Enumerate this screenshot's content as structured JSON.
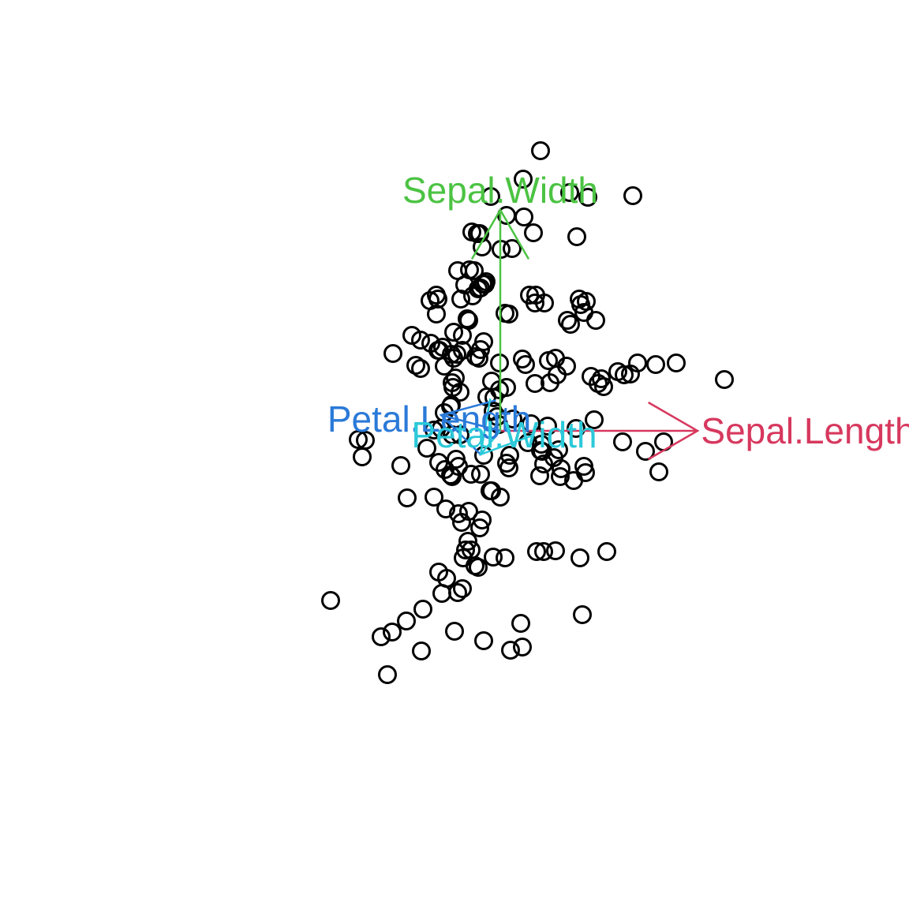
{
  "chart_data": {
    "type": "scatter",
    "title": "",
    "xlabel": "",
    "ylabel": "",
    "axes_visible": false,
    "grid": false,
    "xlim": [
      -3.6,
      3.6
    ],
    "ylim": [
      -3.6,
      3.6
    ],
    "series": [
      {
        "marker": "open-circle",
        "color": "#000000",
        "points": [
          [
            0.51,
            3.55
          ],
          [
            0.29,
            3.19
          ],
          [
            -0.12,
            2.97
          ],
          [
            1.11,
            2.96
          ],
          [
            1.68,
            2.98
          ],
          [
            0.88,
            3.02
          ],
          [
            0.08,
            2.73
          ],
          [
            0.3,
            2.71
          ],
          [
            -0.36,
            2.52
          ],
          [
            -0.26,
            2.5
          ],
          [
            -0.29,
            2.5
          ],
          [
            0.42,
            2.51
          ],
          [
            0.97,
            2.46
          ],
          [
            -0.23,
            2.33
          ],
          [
            0.01,
            2.3
          ],
          [
            0.15,
            2.31
          ],
          [
            -0.54,
            2.03
          ],
          [
            -0.39,
            2.04
          ],
          [
            -0.33,
            2.03
          ],
          [
            -0.18,
            1.89
          ],
          [
            -0.19,
            1.86
          ],
          [
            -0.22,
            1.86
          ],
          [
            -0.25,
            1.81
          ],
          [
            -0.28,
            1.8
          ],
          [
            -0.45,
            1.85
          ],
          [
            0.45,
            1.72
          ],
          [
            0.37,
            1.72
          ],
          [
            0.44,
            1.62
          ],
          [
            0.56,
            1.62
          ],
          [
            -0.35,
            1.71
          ],
          [
            -0.5,
            1.67
          ],
          [
            -0.81,
            1.72
          ],
          [
            -0.79,
            1.67
          ],
          [
            -0.89,
            1.65
          ],
          [
            -0.81,
            1.48
          ],
          [
            0.06,
            1.49
          ],
          [
            0.11,
            1.48
          ],
          [
            -0.4,
            1.4
          ],
          [
            -0.42,
            1.42
          ],
          [
            -0.59,
            1.25
          ],
          [
            -0.48,
            1.21
          ],
          [
            1.02,
            1.6
          ],
          [
            1.0,
            1.67
          ],
          [
            1.09,
            1.64
          ],
          [
            1.06,
            1.5
          ],
          [
            0.89,
            1.35
          ],
          [
            0.85,
            1.4
          ],
          [
            1.21,
            1.4
          ],
          [
            -0.88,
            1.11
          ],
          [
            -1.12,
            1.21
          ],
          [
            -1.01,
            1.15
          ],
          [
            -0.73,
            1.06
          ],
          [
            -0.79,
            1.02
          ],
          [
            -0.77,
            1.02
          ],
          [
            -0.48,
            1.02
          ],
          [
            -0.55,
            0.97
          ],
          [
            -0.59,
            0.92
          ],
          [
            -0.62,
            0.97
          ],
          [
            -0.25,
            1.03
          ],
          [
            -0.21,
            1.13
          ],
          [
            -1.36,
            0.98
          ],
          [
            -1.07,
            0.83
          ],
          [
            -1.01,
            0.79
          ],
          [
            -0.71,
            0.82
          ],
          [
            0.32,
            0.84
          ],
          [
            -0.31,
            0.94
          ],
          [
            -0.27,
            0.92
          ],
          [
            -0.01,
            0.86
          ],
          [
            0.28,
            0.91
          ],
          [
            0.61,
            0.89
          ],
          [
            0.7,
            0.92
          ],
          [
            0.84,
            0.82
          ],
          [
            0.72,
            0.71
          ],
          [
            0.63,
            0.61
          ],
          [
            0.44,
            0.6
          ],
          [
            1.15,
            0.69
          ],
          [
            1.24,
            0.6
          ],
          [
            1.31,
            0.56
          ],
          [
            1.28,
            0.66
          ],
          [
            1.57,
            0.71
          ],
          [
            1.49,
            0.75
          ],
          [
            1.65,
            0.72
          ],
          [
            1.74,
            0.86
          ],
          [
            1.97,
            0.84
          ],
          [
            2.23,
            0.86
          ],
          [
            2.84,
            0.65
          ],
          [
            -0.57,
            0.67
          ],
          [
            -0.61,
            0.61
          ],
          [
            -0.6,
            0.55
          ],
          [
            -0.51,
            0.49
          ],
          [
            -0.11,
            0.63
          ],
          [
            -0.01,
            0.52
          ],
          [
            0.08,
            0.55
          ],
          [
            -0.08,
            0.42
          ],
          [
            -0.17,
            0.43
          ],
          [
            -0.62,
            0.33
          ],
          [
            -0.63,
            0.31
          ],
          [
            -0.71,
            0.23
          ],
          [
            -0.84,
            0.01
          ],
          [
            -0.75,
            0.03
          ],
          [
            -0.51,
            -0.05
          ],
          [
            -0.61,
            -0.05
          ],
          [
            -0.09,
            0.25
          ],
          [
            -0.04,
            0.18
          ],
          [
            -0.02,
            0.08
          ],
          [
            0.16,
            0.15
          ],
          [
            0.39,
            0.09
          ],
          [
            0.6,
            0.06
          ],
          [
            0.96,
            0.03
          ],
          [
            1.19,
            0.14
          ],
          [
            1.55,
            -0.14
          ],
          [
            1.84,
            -0.26
          ],
          [
            2.07,
            -0.14
          ],
          [
            2.01,
            -0.52
          ],
          [
            -1.8,
            -0.11
          ],
          [
            -1.71,
            -0.12
          ],
          [
            -1.75,
            -0.33
          ],
          [
            -1.26,
            -0.44
          ],
          [
            -0.93,
            -0.22
          ],
          [
            -0.78,
            -0.4
          ],
          [
            -0.7,
            -0.49
          ],
          [
            -0.63,
            -0.56
          ],
          [
            -0.61,
            -0.58
          ],
          [
            -0.56,
            -0.36
          ],
          [
            -0.53,
            -0.45
          ],
          [
            -0.37,
            -0.55
          ],
          [
            -0.25,
            -0.55
          ],
          [
            -0.21,
            -0.31
          ],
          [
            -0.11,
            -0.76
          ],
          [
            -0.13,
            -0.76
          ],
          [
            -0.0,
            -0.84
          ],
          [
            0.08,
            -0.41
          ],
          [
            0.11,
            -0.47
          ],
          [
            0.12,
            -0.31
          ],
          [
            0.35,
            -0.15
          ],
          [
            0.52,
            -0.17
          ],
          [
            0.51,
            -0.25
          ],
          [
            0.53,
            -0.26
          ],
          [
            0.68,
            -0.34
          ],
          [
            0.74,
            -0.24
          ],
          [
            0.77,
            -0.48
          ],
          [
            0.76,
            -0.58
          ],
          [
            1.08,
            -0.53
          ],
          [
            1.06,
            -0.45
          ],
          [
            0.93,
            -0.63
          ],
          [
            0.5,
            -0.57
          ],
          [
            0.55,
            -0.42
          ],
          [
            -1.18,
            -0.85
          ],
          [
            -0.84,
            -0.84
          ],
          [
            -0.69,
            -0.99
          ],
          [
            -0.53,
            -1.05
          ],
          [
            -0.49,
            -1.16
          ],
          [
            -0.4,
            -1.02
          ],
          [
            -0.23,
            -1.13
          ],
          [
            -0.41,
            -1.4
          ],
          [
            -0.37,
            -1.51
          ],
          [
            -0.09,
            -1.6
          ],
          [
            0.06,
            -1.61
          ],
          [
            0.46,
            -1.53
          ],
          [
            0.55,
            -1.53
          ],
          [
            0.7,
            -1.52
          ],
          [
            1.01,
            -1.61
          ],
          [
            1.35,
            -1.53
          ],
          [
            -0.28,
            -1.73
          ],
          [
            -0.32,
            -1.71
          ],
          [
            -0.47,
            -1.61
          ],
          [
            -0.44,
            -1.51
          ],
          [
            -0.26,
            -1.23
          ],
          [
            -0.68,
            -1.87
          ],
          [
            -0.48,
            -2.0
          ],
          [
            -0.54,
            -2.05
          ],
          [
            -0.74,
            -2.06
          ],
          [
            -0.78,
            -1.79
          ],
          [
            -0.98,
            -2.26
          ],
          [
            -1.19,
            -2.41
          ],
          [
            -1.37,
            -2.55
          ],
          [
            -1.0,
            -2.79
          ],
          [
            -0.58,
            -2.54
          ],
          [
            -0.21,
            -2.66
          ],
          [
            0.13,
            -2.78
          ],
          [
            0.28,
            -2.74
          ],
          [
            0.26,
            -2.44
          ],
          [
            1.04,
            -2.33
          ],
          [
            -1.51,
            -2.61
          ],
          [
            -2.15,
            -2.15
          ],
          [
            -1.43,
            -3.09
          ]
        ]
      }
    ],
    "loadings": [
      {
        "name": "Sepal.Length",
        "x": 2.5,
        "y": 0.0,
        "color": "#d7385e"
      },
      {
        "name": "Sepal.Width",
        "x": 0.0,
        "y": 2.8,
        "color": "#4cc343"
      },
      {
        "name": "Petal.Length",
        "x": -0.75,
        "y": 0.2,
        "color": "#2a7ad8"
      },
      {
        "name": "Petal.Width",
        "x": -0.25,
        "y": -0.3,
        "color": "#2bc9d9"
      }
    ]
  }
}
